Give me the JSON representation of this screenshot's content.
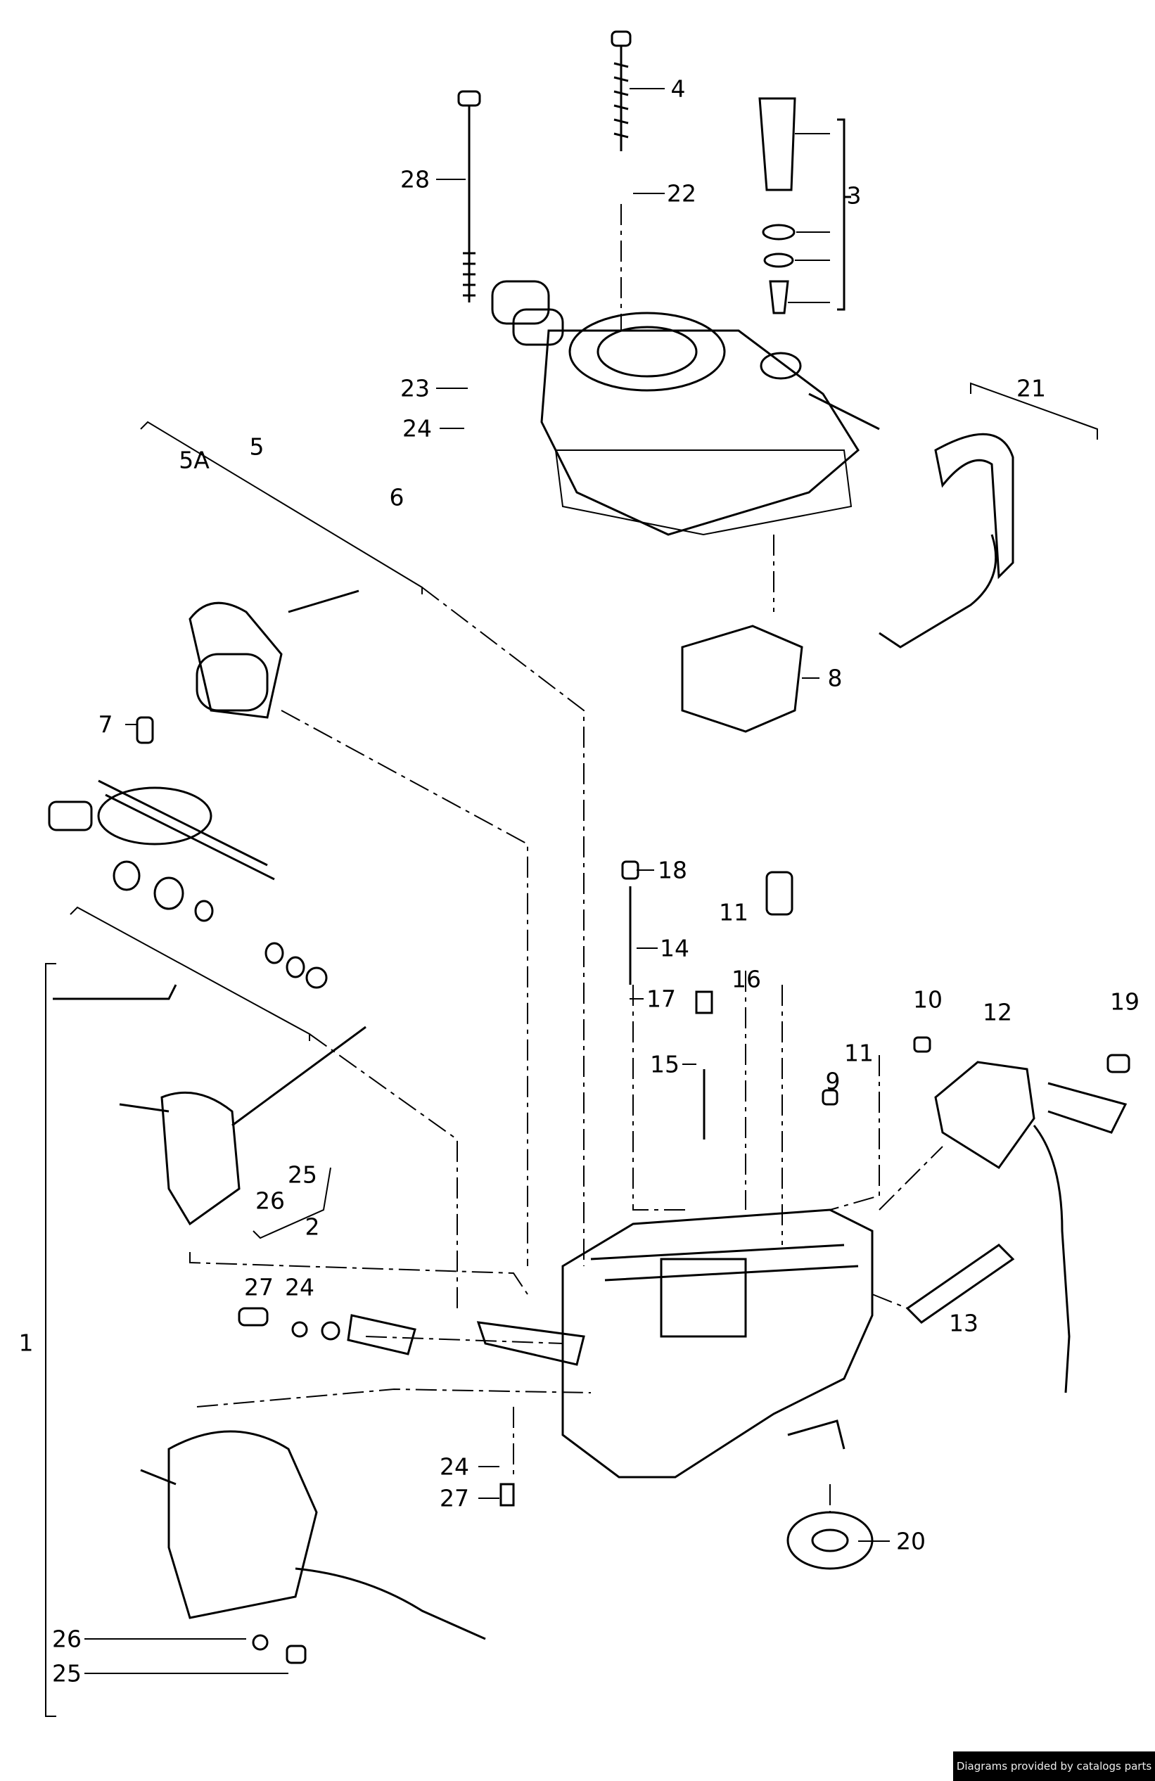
{
  "callouts": [
    {
      "id": "c4",
      "text": "4"
    },
    {
      "id": "c28",
      "text": "28"
    },
    {
      "id": "c22",
      "text": "22"
    },
    {
      "id": "c3",
      "text": "3"
    },
    {
      "id": "c23",
      "text": "23"
    },
    {
      "id": "c24a",
      "text": "24"
    },
    {
      "id": "c21",
      "text": "21"
    },
    {
      "id": "c5",
      "text": "5"
    },
    {
      "id": "c5A",
      "text": "5A"
    },
    {
      "id": "c6",
      "text": "6"
    },
    {
      "id": "c8",
      "text": "8"
    },
    {
      "id": "c7",
      "text": "7"
    },
    {
      "id": "c18",
      "text": "18"
    },
    {
      "id": "c11a",
      "text": "11"
    },
    {
      "id": "c14",
      "text": "14"
    },
    {
      "id": "c17",
      "text": "17"
    },
    {
      "id": "c16",
      "text": "16"
    },
    {
      "id": "c10",
      "text": "10"
    },
    {
      "id": "c12",
      "text": "12"
    },
    {
      "id": "c19",
      "text": "19"
    },
    {
      "id": "c15",
      "text": "15"
    },
    {
      "id": "c11b",
      "text": "11"
    },
    {
      "id": "c9",
      "text": "9"
    },
    {
      "id": "c25a",
      "text": "25"
    },
    {
      "id": "c26a",
      "text": "26"
    },
    {
      "id": "c2",
      "text": "2"
    },
    {
      "id": "c13",
      "text": "13"
    },
    {
      "id": "c27a",
      "text": "27"
    },
    {
      "id": "c24b",
      "text": "24"
    },
    {
      "id": "c1",
      "text": "1"
    },
    {
      "id": "c24c",
      "text": "24"
    },
    {
      "id": "c27b",
      "text": "27"
    },
    {
      "id": "c20",
      "text": "20"
    },
    {
      "id": "c26b",
      "text": "26"
    },
    {
      "id": "c25b",
      "text": "25"
    }
  ],
  "credit": "Diagrams provided by catalogs parts"
}
